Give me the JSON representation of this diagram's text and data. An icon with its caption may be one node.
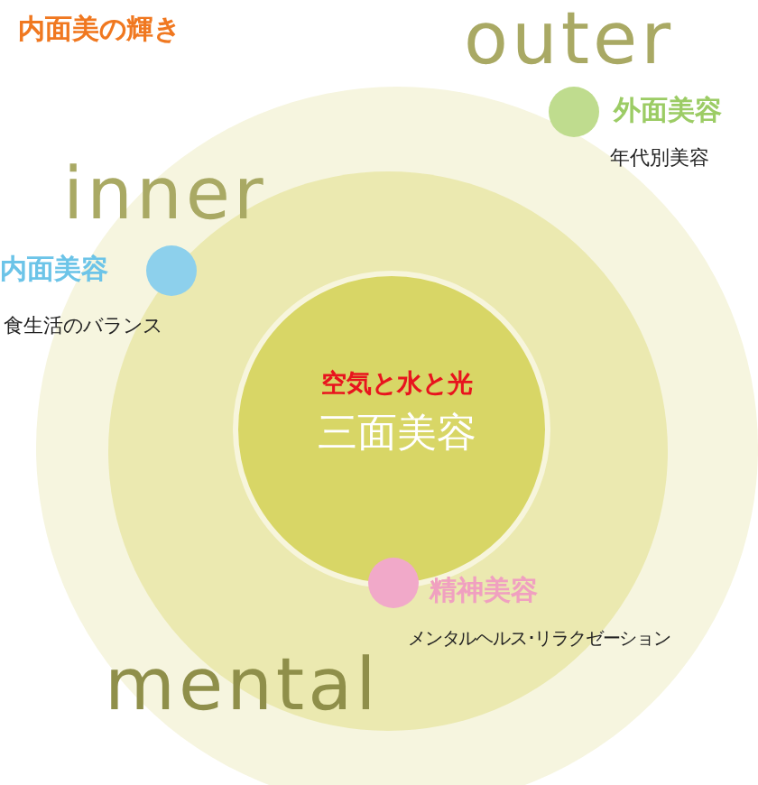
{
  "diagram": {
    "nodes": [
      {
        "text": [],
        "shape": "circle"
      },
      {
        "text": [],
        "shape": "circle",
        "in": 0
      },
      {
        "text": [
          "空気と水と光",
          "三面美容"
        ],
        "in": 1
      },
      {
        "text": [
          "外面美容"
        ],
        "beside": [
          "年代別美容"
        ],
        "in": 0
      },
      {
        "text": [
          "内面美容"
        ],
        "beside": [
          "食生活のバランス"
        ],
        "in": 1
      },
      {
        "text": [
          "精神美容"
        ],
        "beside": [
          "メンタルヘルス･リラクゼーション"
        ],
        "in": 1
      }
    ],
    "edges": [],
    "labels": [
      "内面美の輝き",
      "outer",
      "inner",
      "mental"
    ]
  }
}
